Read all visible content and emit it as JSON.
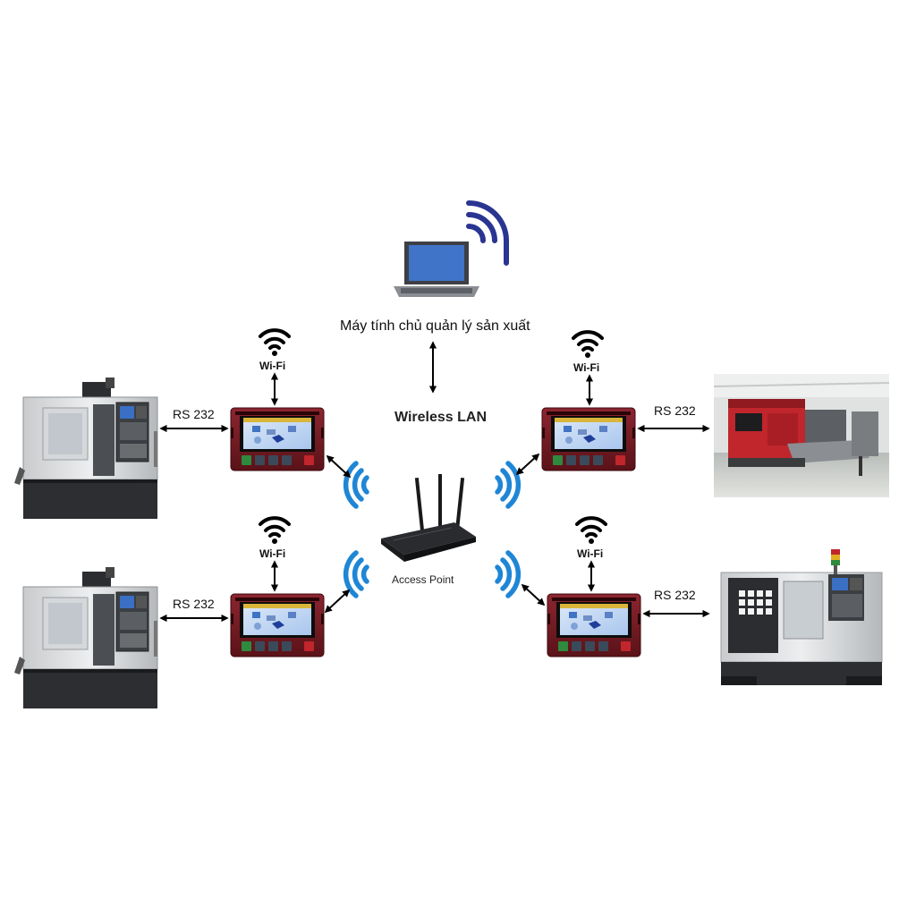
{
  "host": {
    "label": "Máy tính chủ quản lý sản xuất",
    "icon": "laptop-icon",
    "signal_icon": "wireless-signal-icon"
  },
  "network": {
    "label": "Wireless LAN"
  },
  "access_point": {
    "label": "Access Point",
    "icon": "router-icon"
  },
  "terminals": [
    {
      "wifi_label": "Wi-Fi",
      "link_label": "RS 232",
      "machine": "vertical-machining-center"
    },
    {
      "wifi_label": "Wi-Fi",
      "link_label": "RS 232",
      "machine": "vertical-machining-center"
    },
    {
      "wifi_label": "Wi-Fi",
      "link_label": "RS 232",
      "machine": "turret-punch-press"
    },
    {
      "wifi_label": "Wi-Fi",
      "link_label": "RS 232",
      "machine": "cnc-lathe"
    }
  ],
  "colors": {
    "signal_blue": "#1f86d6",
    "signal_navy": "#2a3592",
    "device_red": "#7a1a22",
    "screen_blue": "#2f6fd0",
    "arrow": "#000000"
  }
}
